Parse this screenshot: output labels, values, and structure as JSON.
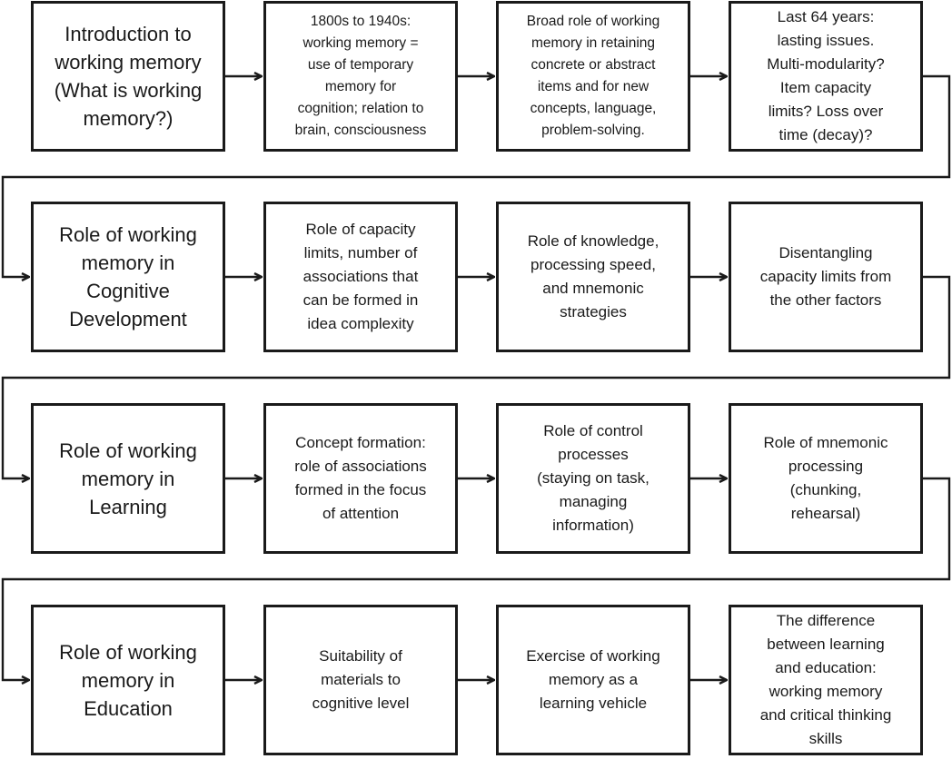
{
  "diagram": {
    "rows": [
      {
        "boxes": [
          "Introduction to\nworking memory\n(What is working\nmemory?)",
          "1800s to 1940s:\nworking memory =\nuse of temporary\nmemory for\ncognition; relation to\nbrain, consciousness",
          "Broad role of working\nmemory in retaining\nconcrete or abstract\nitems and for new\nconcepts, language,\nproblem-solving.",
          "Last 64 years:\nlasting issues.\nMulti-modularity?\nItem capacity\nlimits?  Loss over\ntime (decay)?"
        ]
      },
      {
        "boxes": [
          "Role of working\nmemory in\nCognitive\nDevelopment",
          "Role of capacity\nlimits, number of\nassociations that\ncan be formed in\nidea complexity",
          "Role of knowledge,\nprocessing speed,\nand mnemonic\nstrategies",
          "Disentangling\ncapacity limits from\nthe other factors"
        ]
      },
      {
        "boxes": [
          "Role of working\nmemory in\nLearning",
          "Concept formation:\nrole of associations\nformed in the focus\nof attention",
          "Role of control\nprocesses\n(staying on task,\nmanaging\ninformation)",
          "Role of mnemonic\nprocessing\n(chunking,\nrehearsal)"
        ]
      },
      {
        "boxes": [
          "Role of working\nmemory in\nEducation",
          "Suitability of\nmaterials to\ncognitive level",
          "Exercise of working\nmemory as a\nlearning vehicle",
          "The difference\nbetween learning\nand education:\nworking memory\nand critical thinking\nskills"
        ]
      }
    ]
  }
}
